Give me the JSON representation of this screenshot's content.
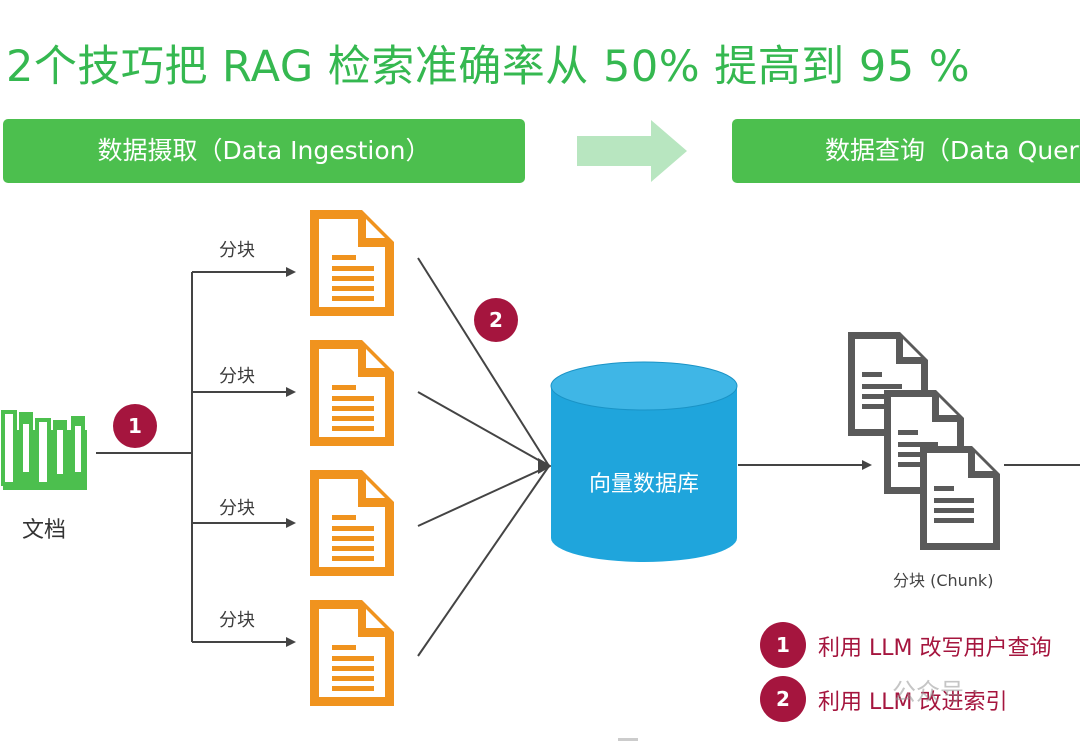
{
  "title": "2个技巧把 RAG 检索准确率从 50% 提高到 95 %",
  "banners": {
    "left": "数据摄取（Data Ingestion）",
    "right": "数据查询（Data Query）"
  },
  "nodes": {
    "document": "文档",
    "chunk_label": "分块",
    "vector_db": "向量数据库",
    "chunk_output": "分块 (Chunk)"
  },
  "badges": {
    "one": "1",
    "two": "2"
  },
  "legend": [
    {
      "number": "1",
      "text": "利用 LLM 改写用户查询"
    },
    {
      "number": "2",
      "text": "利用 LLM 改进索引"
    }
  ],
  "watermark": "公众号 ·",
  "colors": {
    "accent_green": "#4cbf4e",
    "title_green": "#35b850",
    "doc_orange": "#f0931e",
    "db_blue": "#1fa5dc",
    "badge_red": "#a5153e",
    "chunk_gray": "#555555"
  },
  "icons": {
    "banner_arrow": "right-arrow-icon",
    "document": "books-icon",
    "chunk": "document-icon",
    "database": "database-icon",
    "output": "stacked-documents-icon"
  }
}
